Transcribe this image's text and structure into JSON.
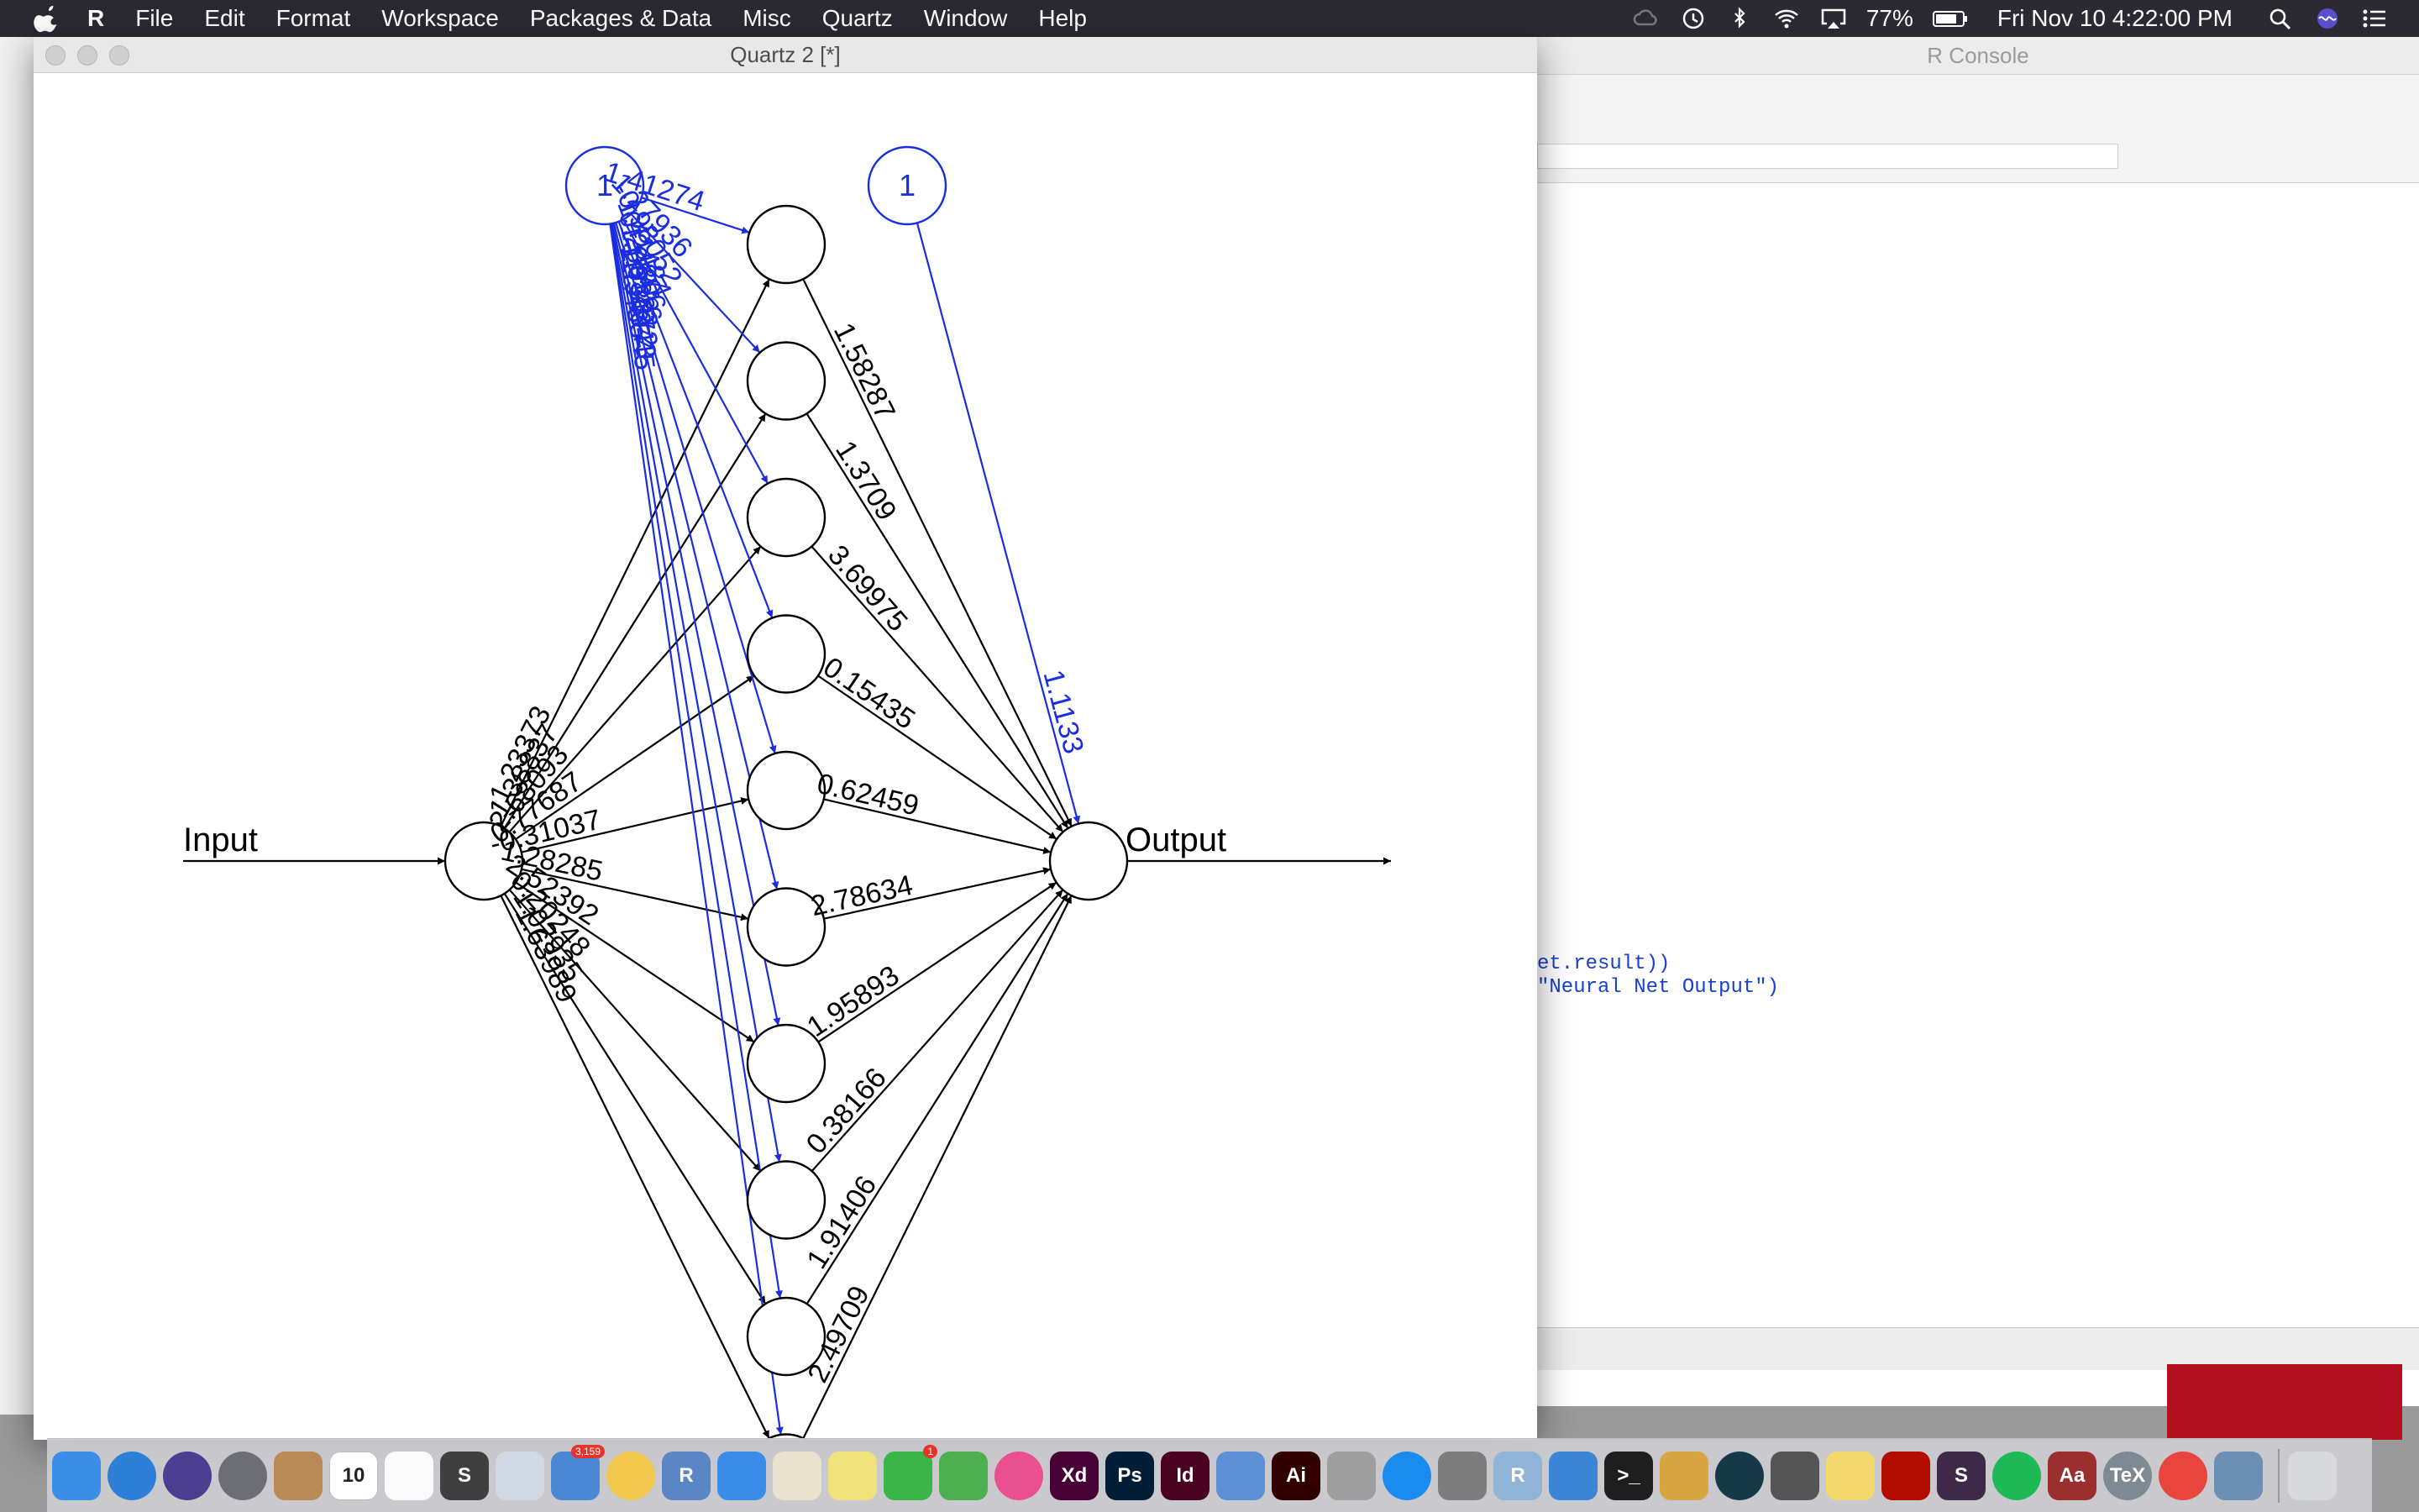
{
  "menubar": {
    "app_name": "R",
    "items": [
      "File",
      "Edit",
      "Format",
      "Workspace",
      "Packages & Data",
      "Misc",
      "Quartz",
      "Window",
      "Help"
    ],
    "battery": "77%",
    "datetime": "Fri Nov 10  4:22:00 PM",
    "status_icons": [
      "creative-cloud-icon",
      "time-machine-icon",
      "bluetooth-icon",
      "wifi-icon",
      "airplay-icon",
      "battery-icon",
      "spotlight-icon",
      "siri-icon",
      "notification-center-icon"
    ]
  },
  "quartz_window": {
    "title": "Quartz 2 [*]"
  },
  "console_window": {
    "title": "R Console",
    "code_lines": [
      "et.result))",
      "\"Neural Net Output\")"
    ]
  },
  "network": {
    "input_label": "Input",
    "output_label": "Output",
    "bias_label": "1",
    "colors": {
      "weights": "#000000",
      "bias": "#1a2ee0"
    },
    "input_to_hidden": [
      "1.23373",
      "1.38837",
      "2.68093",
      "0.77687",
      "-0.31037",
      "1.28285",
      "2.52392",
      "0.20248",
      "1.02935",
      "1.63989"
    ],
    "bias_to_hidden": [
      "1.41274",
      "1.27936",
      "-0.98052",
      "1.41484",
      "0.24806",
      "1.85116",
      "1.0832",
      "1.73372",
      "1.34343",
      "1.48545"
    ],
    "hidden_to_output": [
      "1.58287",
      "1.3709",
      "3.69975",
      "0.15435",
      "0.62459",
      "2.78634",
      "1.95893",
      "0.38166",
      "1.91406",
      "2.49709"
    ],
    "bias_to_output": "1.1133"
  },
  "dock": {
    "apps": [
      {
        "name": "finder",
        "label": "",
        "color": "#3a8ee6"
      },
      {
        "name": "safari",
        "label": "",
        "color": "#2d7fd8"
      },
      {
        "name": "siri",
        "label": "",
        "color": "#4b3d8f"
      },
      {
        "name": "launchpad",
        "label": "",
        "color": "#6d6d75"
      },
      {
        "name": "contacts",
        "label": "",
        "color": "#b98a55"
      },
      {
        "name": "calendar",
        "label": "10",
        "color": "#ffffff"
      },
      {
        "name": "reminders",
        "label": "",
        "color": "#fafafa"
      },
      {
        "name": "sublime-text",
        "label": "S",
        "color": "#3f3f3f"
      },
      {
        "name": "preview",
        "label": "",
        "color": "#cfd8e3"
      },
      {
        "name": "mail",
        "label": "",
        "color": "#4a88d4",
        "badge": "3,159"
      },
      {
        "name": "photos",
        "label": "",
        "color": "#f2c94c"
      },
      {
        "name": "r",
        "label": "R",
        "color": "#5b86c5"
      },
      {
        "name": "messages-bubble",
        "label": "",
        "color": "#3b8be8"
      },
      {
        "name": "textedit",
        "label": "",
        "color": "#e9e2cf"
      },
      {
        "name": "stickies",
        "label": "",
        "color": "#f0e27a"
      },
      {
        "name": "facetime",
        "label": "",
        "color": "#3ab54a",
        "badge": "1"
      },
      {
        "name": "numbers",
        "label": "",
        "color": "#4caf50"
      },
      {
        "name": "itunes",
        "label": "",
        "color": "#ea4f8f"
      },
      {
        "name": "adobe-xd",
        "label": "Xd",
        "color": "#470137"
      },
      {
        "name": "photoshop",
        "label": "Ps",
        "color": "#001e36"
      },
      {
        "name": "indesign",
        "label": "Id",
        "color": "#49021f"
      },
      {
        "name": "keynote-remote",
        "label": "",
        "color": "#5c8fd6"
      },
      {
        "name": "illustrator",
        "label": "Ai",
        "color": "#330000"
      },
      {
        "name": "tableplus",
        "label": "",
        "color": "#9e9e9e"
      },
      {
        "name": "app-store",
        "label": "",
        "color": "#1a8cf0"
      },
      {
        "name": "system-preferences",
        "label": "",
        "color": "#7d7d7d"
      },
      {
        "name": "rstudio",
        "label": "R",
        "color": "#8fb4d8"
      },
      {
        "name": "keynote",
        "label": "",
        "color": "#3b84d6"
      },
      {
        "name": "terminal",
        "label": ">_",
        "color": "#1e1e1e"
      },
      {
        "name": "sequel-pro",
        "label": "",
        "color": "#d8a640"
      },
      {
        "name": "gitkraken",
        "label": "",
        "color": "#16394a"
      },
      {
        "name": "printer",
        "label": "",
        "color": "#555555"
      },
      {
        "name": "stickies-2",
        "label": "",
        "color": "#f3d86b"
      },
      {
        "name": "acrobat",
        "label": "",
        "color": "#b30b00"
      },
      {
        "name": "slack",
        "label": "S",
        "color": "#3e2a48"
      },
      {
        "name": "spotify",
        "label": "",
        "color": "#1db954"
      },
      {
        "name": "dictionary",
        "label": "Aa",
        "color": "#9b2f2f"
      },
      {
        "name": "tex-shop",
        "label": "TeX",
        "color": "#7d8a94"
      },
      {
        "name": "chrome",
        "label": "",
        "color": "#e8453c"
      },
      {
        "name": "image-capture",
        "label": "",
        "color": "#6b8fb5"
      }
    ],
    "trash": {
      "name": "trash",
      "label": "",
      "color": "#d7d9dc"
    }
  }
}
